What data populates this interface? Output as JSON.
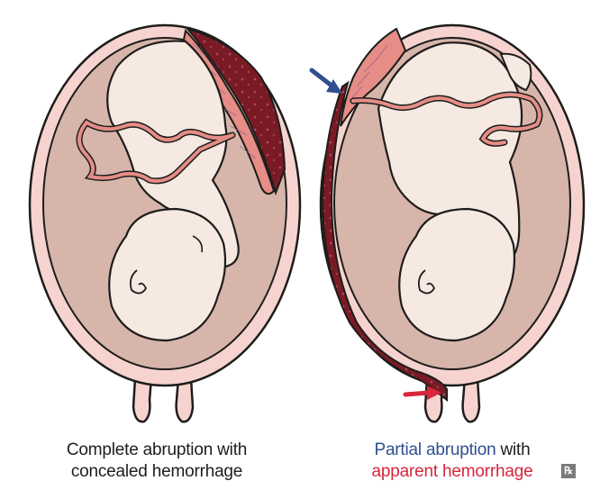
{
  "captions": {
    "left": {
      "line1": "Complete abruption with",
      "line2": "concealed hemorrhage"
    },
    "right": {
      "line1_highlight": "Partial abruption",
      "line1_rest": " with",
      "line2": "apparent hemorrhage"
    }
  },
  "logo": {
    "text": "℞"
  },
  "colors": {
    "outline": "#1d1d1b",
    "uterus_wall": "#f6d3cf",
    "amniotic_space": "#d7b5ab",
    "fetus_skin": "#f5e9e2",
    "hemorrhage": "#7a1a24",
    "placenta": "#e58d86",
    "blue_accent": "#2f4f8f",
    "red_accent": "#d7263d",
    "logo_bg": "#7a7a7a"
  },
  "icons": {
    "left_figure": "uterus-complete-abruption",
    "right_figure": "uterus-partial-abruption",
    "blue_arrow": "arrow-icon",
    "red_arrow": "arrow-icon",
    "logo": "rx-logo-icon"
  }
}
